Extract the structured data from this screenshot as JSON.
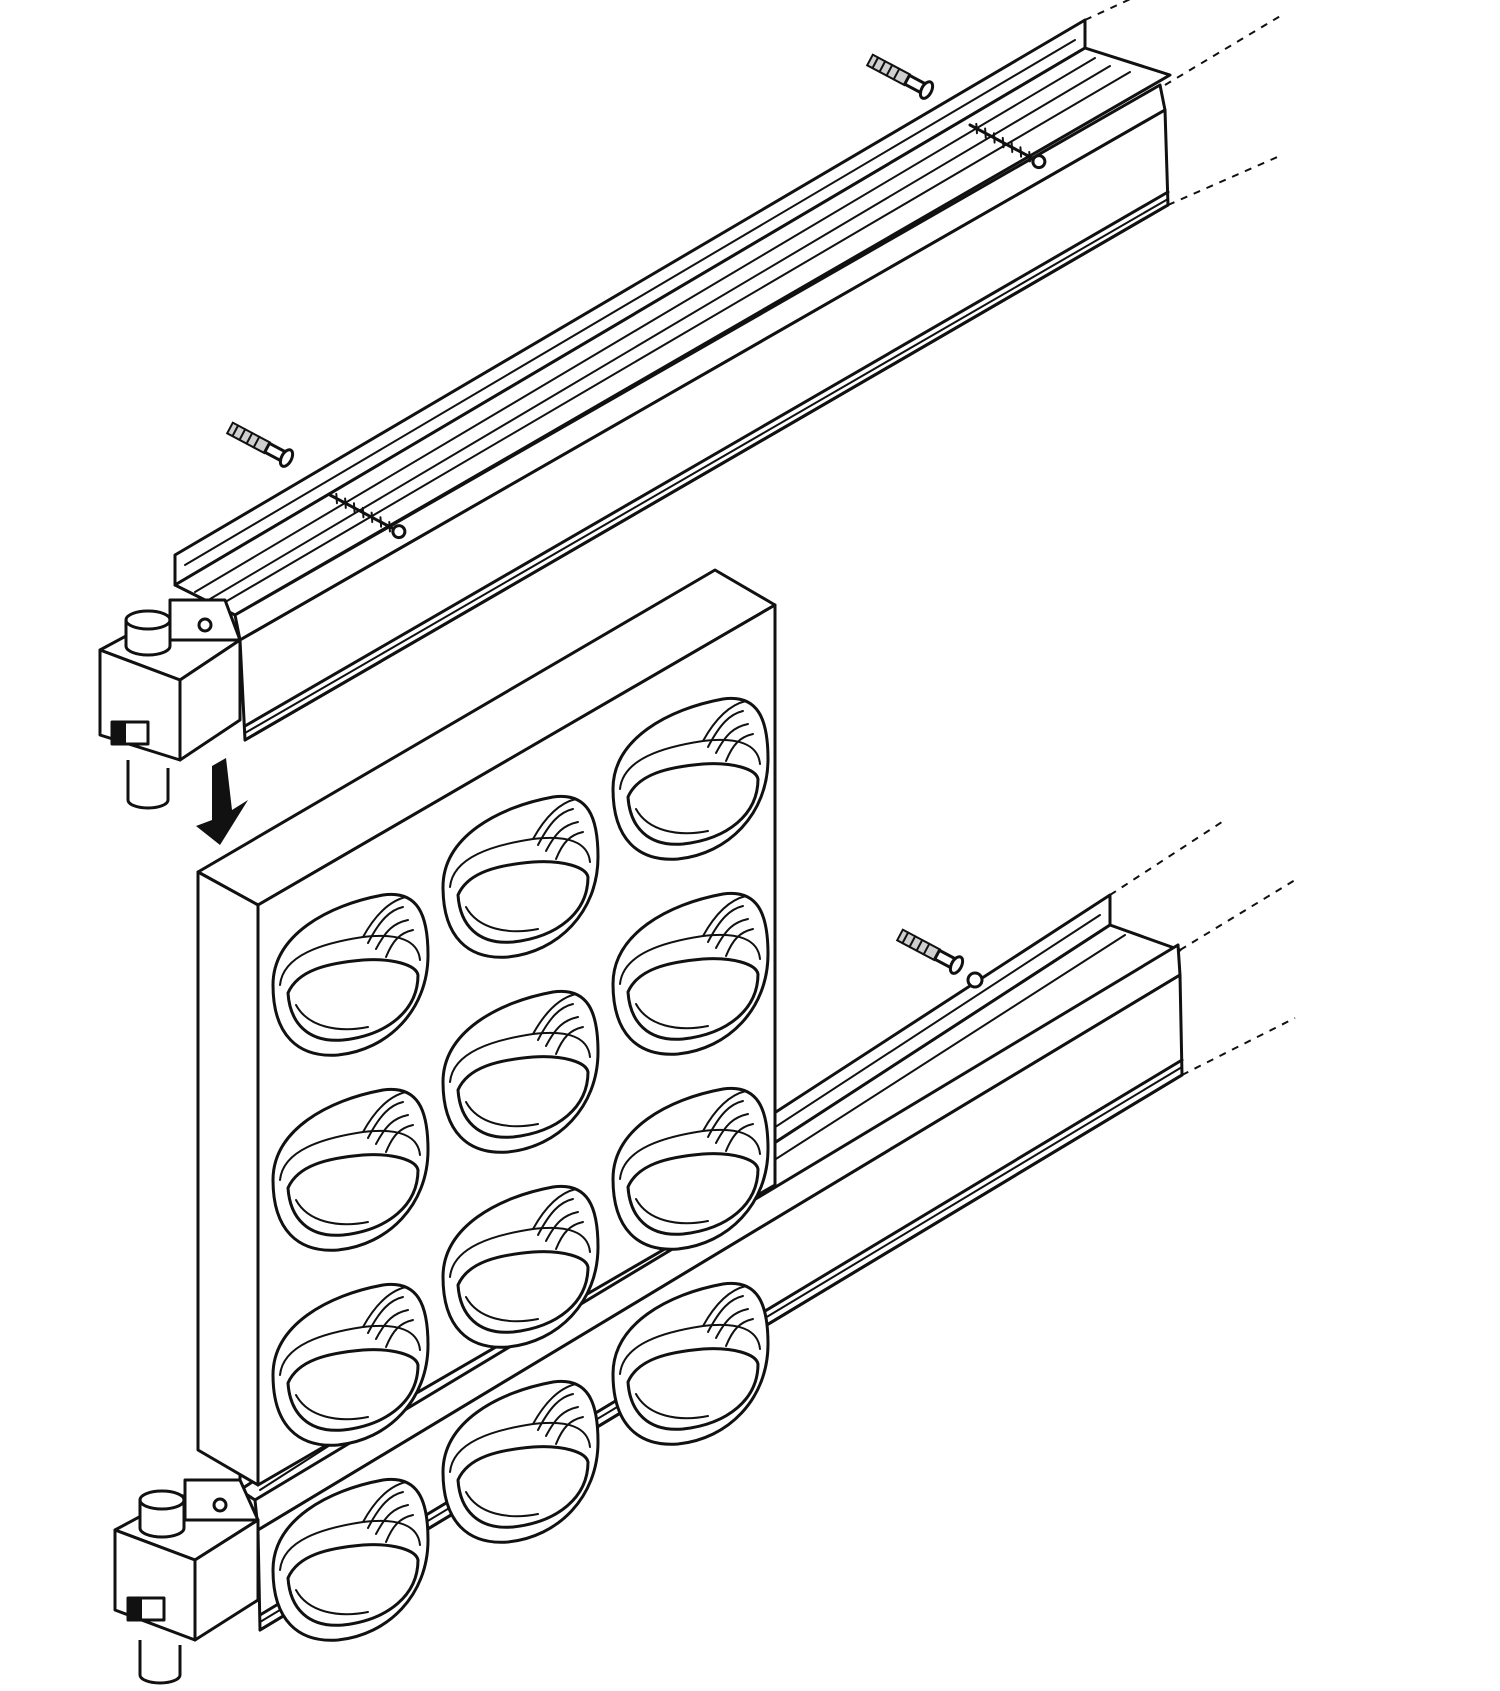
{
  "diagram": {
    "type": "assembly-illustration",
    "colors": {
      "line": "#111111",
      "background": "#ffffff",
      "shade": "#cfcfcf"
    },
    "components": {
      "upper_rail": {
        "anchors": 2,
        "screws": 2,
        "end_cap": true
      },
      "lower_rail": {
        "anchors": 1,
        "screws": 1,
        "end_cap": true
      },
      "planter_panel": {
        "rows": 4,
        "columns": 3,
        "pockets": 12
      },
      "direction_arrow": "down-arrow-icon"
    }
  }
}
